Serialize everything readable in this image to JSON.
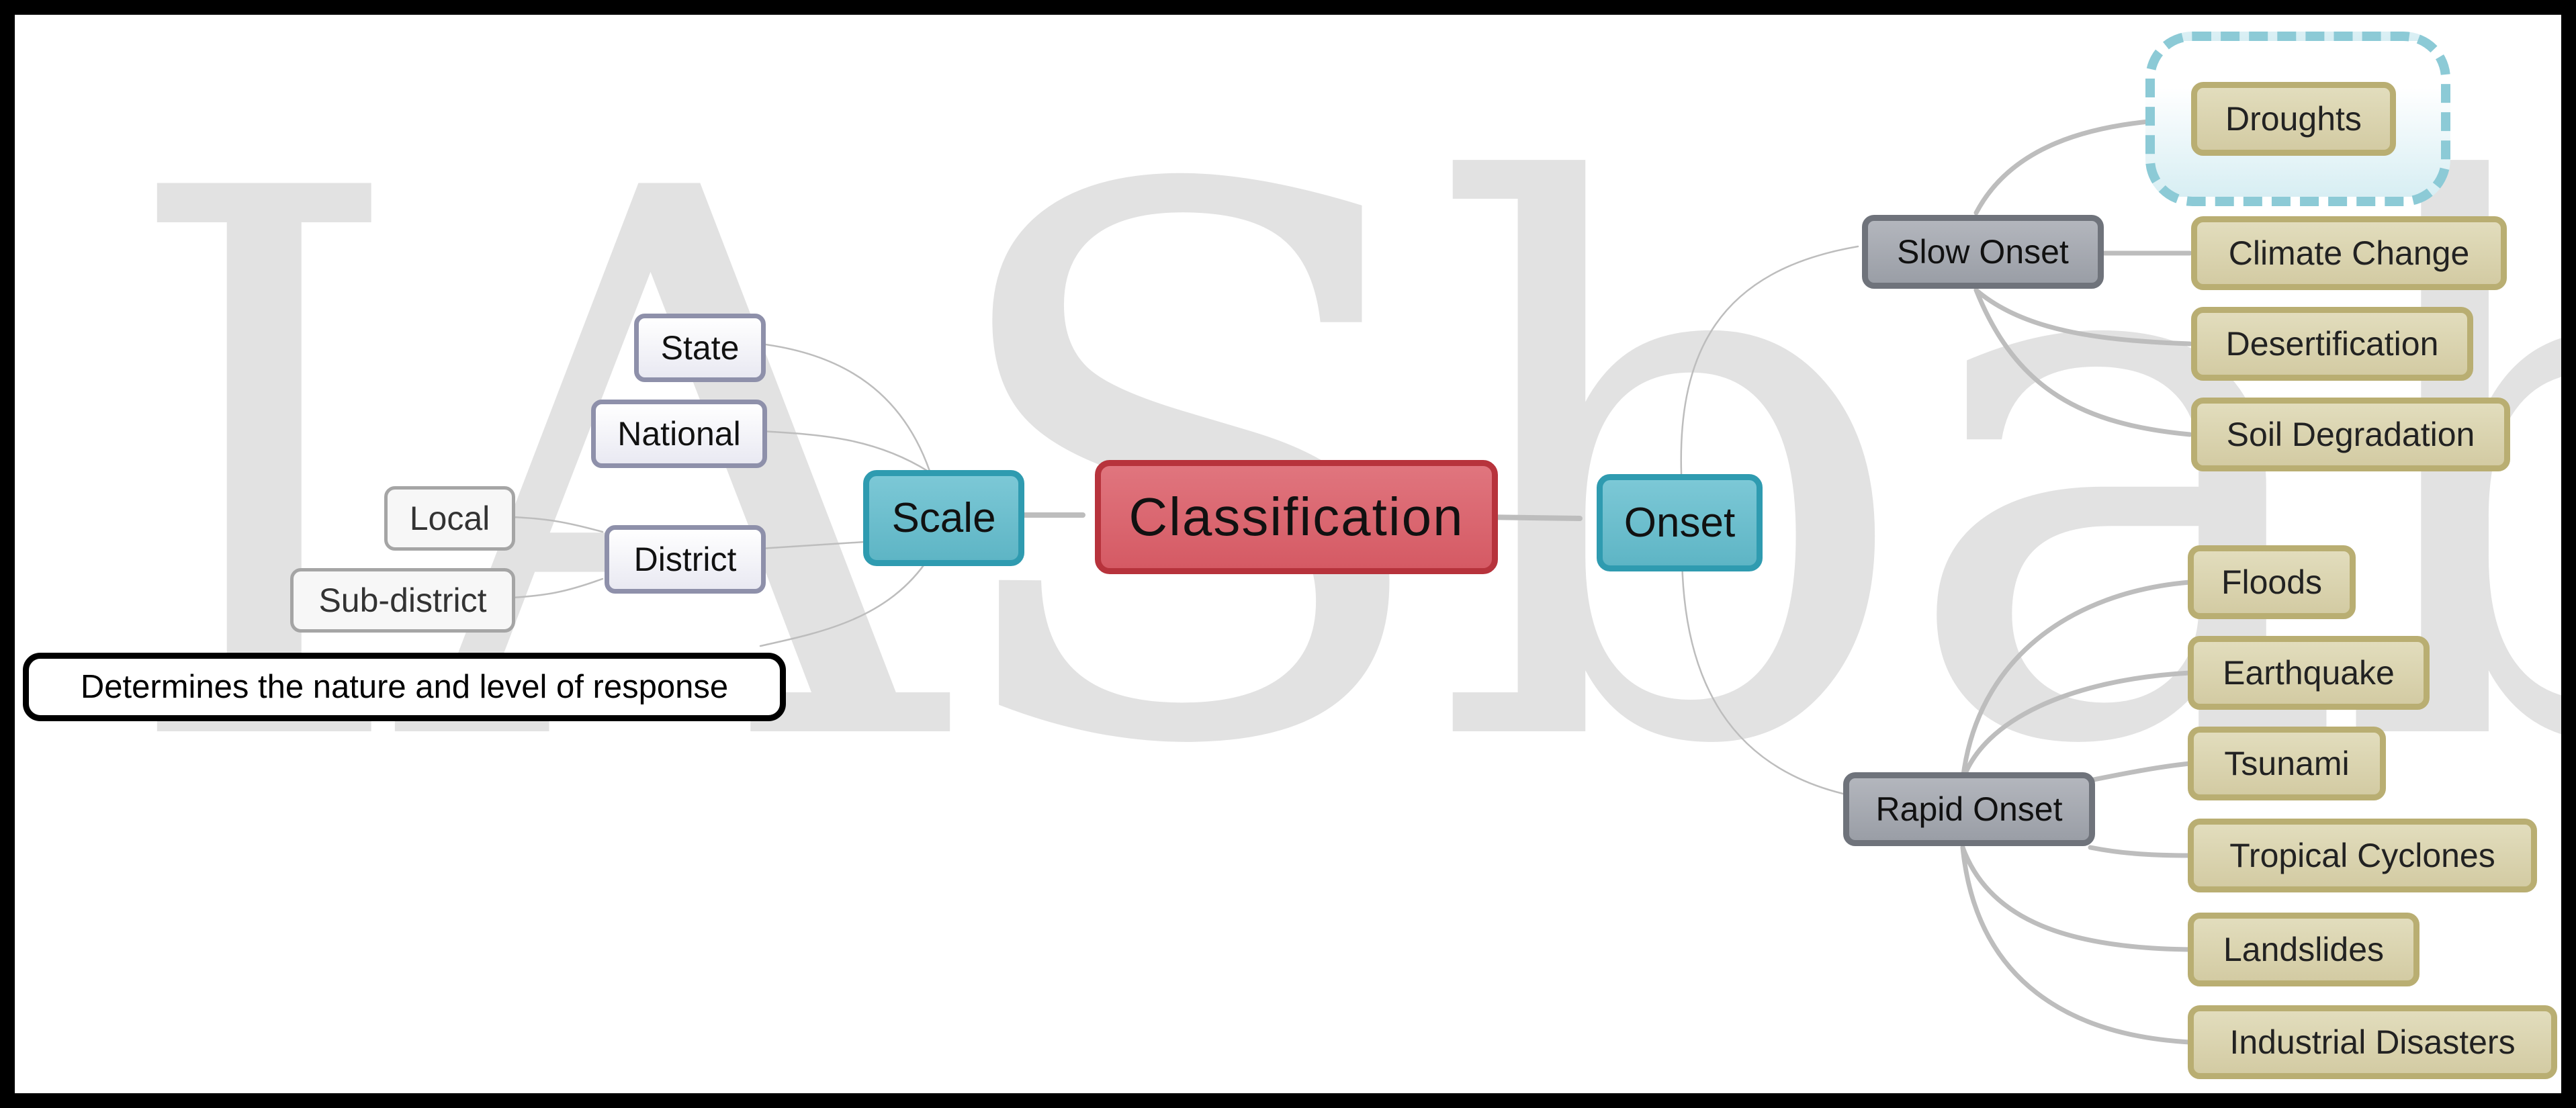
{
  "diagram": {
    "central": "Classification",
    "branches": {
      "scale": {
        "label": "Scale",
        "children": {
          "state": "State",
          "national": "National",
          "district": "District",
          "note": "Determines the nature and level of response"
        },
        "district_children": [
          "Local",
          "Sub-district"
        ]
      },
      "onset": {
        "label": "Onset",
        "slow": {
          "label": "Slow Onset",
          "children": [
            "Droughts",
            "Climate Change",
            "Desertification",
            "Soil Degradation"
          ]
        },
        "rapid": {
          "label": "Rapid Onset",
          "children": [
            "Floods",
            "Earthquake",
            "Tsunami",
            "Tropical Cyclones",
            "Landslides",
            "Industrial Disasters"
          ]
        }
      }
    },
    "watermark": "IASbaba"
  },
  "colors": {
    "central": "#d55a64",
    "main_branch": "#5eb5c5",
    "sub_branch": "#9a9ea6",
    "leaf": "#d3cba3",
    "highlight_frame": "#8ccad6",
    "connector": "#c8c8c8"
  }
}
